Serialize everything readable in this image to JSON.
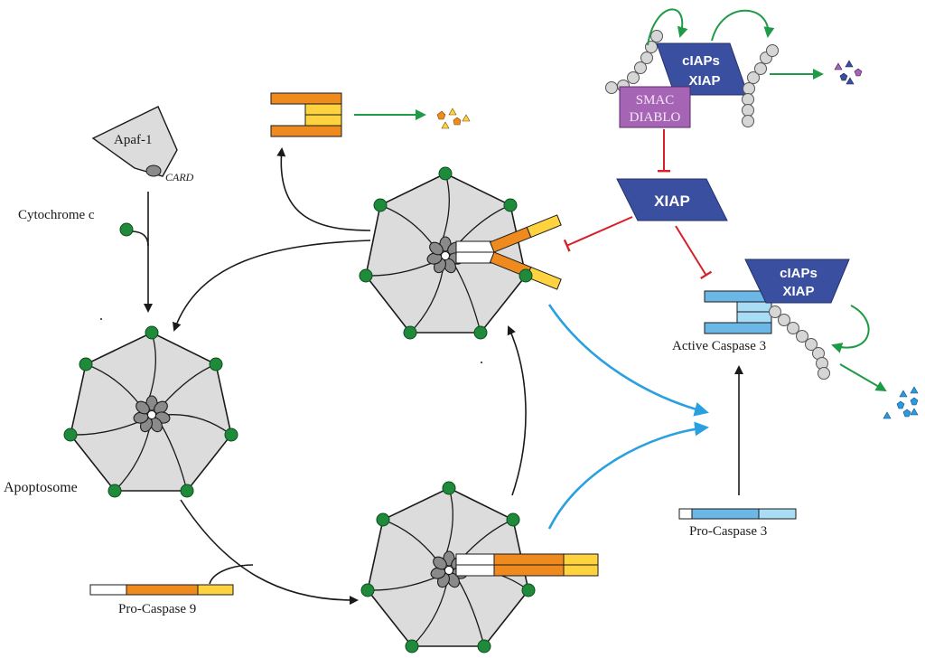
{
  "labels": {
    "apaf1": "Apaf-1",
    "card": "CARD",
    "cytochrome": "Cytochrome c",
    "apoptosome": "Apoptosome",
    "pro_caspase9": "Pro-Caspase 9",
    "pro_caspase3": "Pro-Caspase 3",
    "active_caspase3": "Active Caspase 3",
    "smac_line1": "SMAC",
    "smac_line2": "DIABLO",
    "ciaps_top_line1": "cIAPs",
    "ciaps_top_line2": "XIAP",
    "xiap_mid": "XIAP",
    "ciaps_right_line1": "cIAPs",
    "ciaps_right_line2": "XIAP"
  },
  "colors": {
    "orange": "#ef8a1e",
    "yellow": "#ffd23f",
    "light_blue": "#a9dcf5",
    "mid_blue": "#6bb8e6",
    "dark_blue_box": "#3b4fa0",
    "smac_purple": "#a664b5",
    "green": "#1f9a46",
    "red": "#d6202a",
    "cyan_arrow": "#2aa0e0",
    "node_green": "#1f8a3a",
    "heptagon_gray": "#dcdcdc"
  }
}
